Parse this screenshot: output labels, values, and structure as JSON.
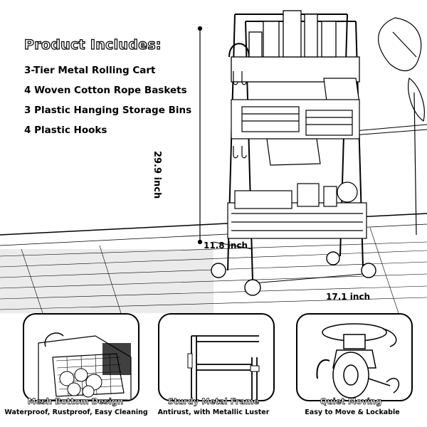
{
  "title": "Product Includes:",
  "features": [
    "3-Tier Metal Rolling Cart",
    "4 Woven Cotton Rope Baskets",
    "3 Plastic Hanging Storage Bins",
    "4 Plastic Hooks"
  ],
  "dimensions": {
    "height": "29.9 inch",
    "depth": "11.8 inch",
    "width": "17.1 inch"
  },
  "panels": [
    {
      "title": "Mesh Bottom Design",
      "subtitle": "Waterproof, Rustproof, Easy Cleaning"
    },
    {
      "title": "Sturdy Metal Frame",
      "subtitle": "Antirust, with Metallic Luster"
    },
    {
      "title": "Quiet Moving",
      "subtitle": "Easy to Move & Lockable"
    }
  ],
  "icons": {
    "cart": "rolling-cart-image",
    "mesh": "mesh-basket-image",
    "frame": "metal-frame-image",
    "wheel": "caster-wheel-image"
  }
}
